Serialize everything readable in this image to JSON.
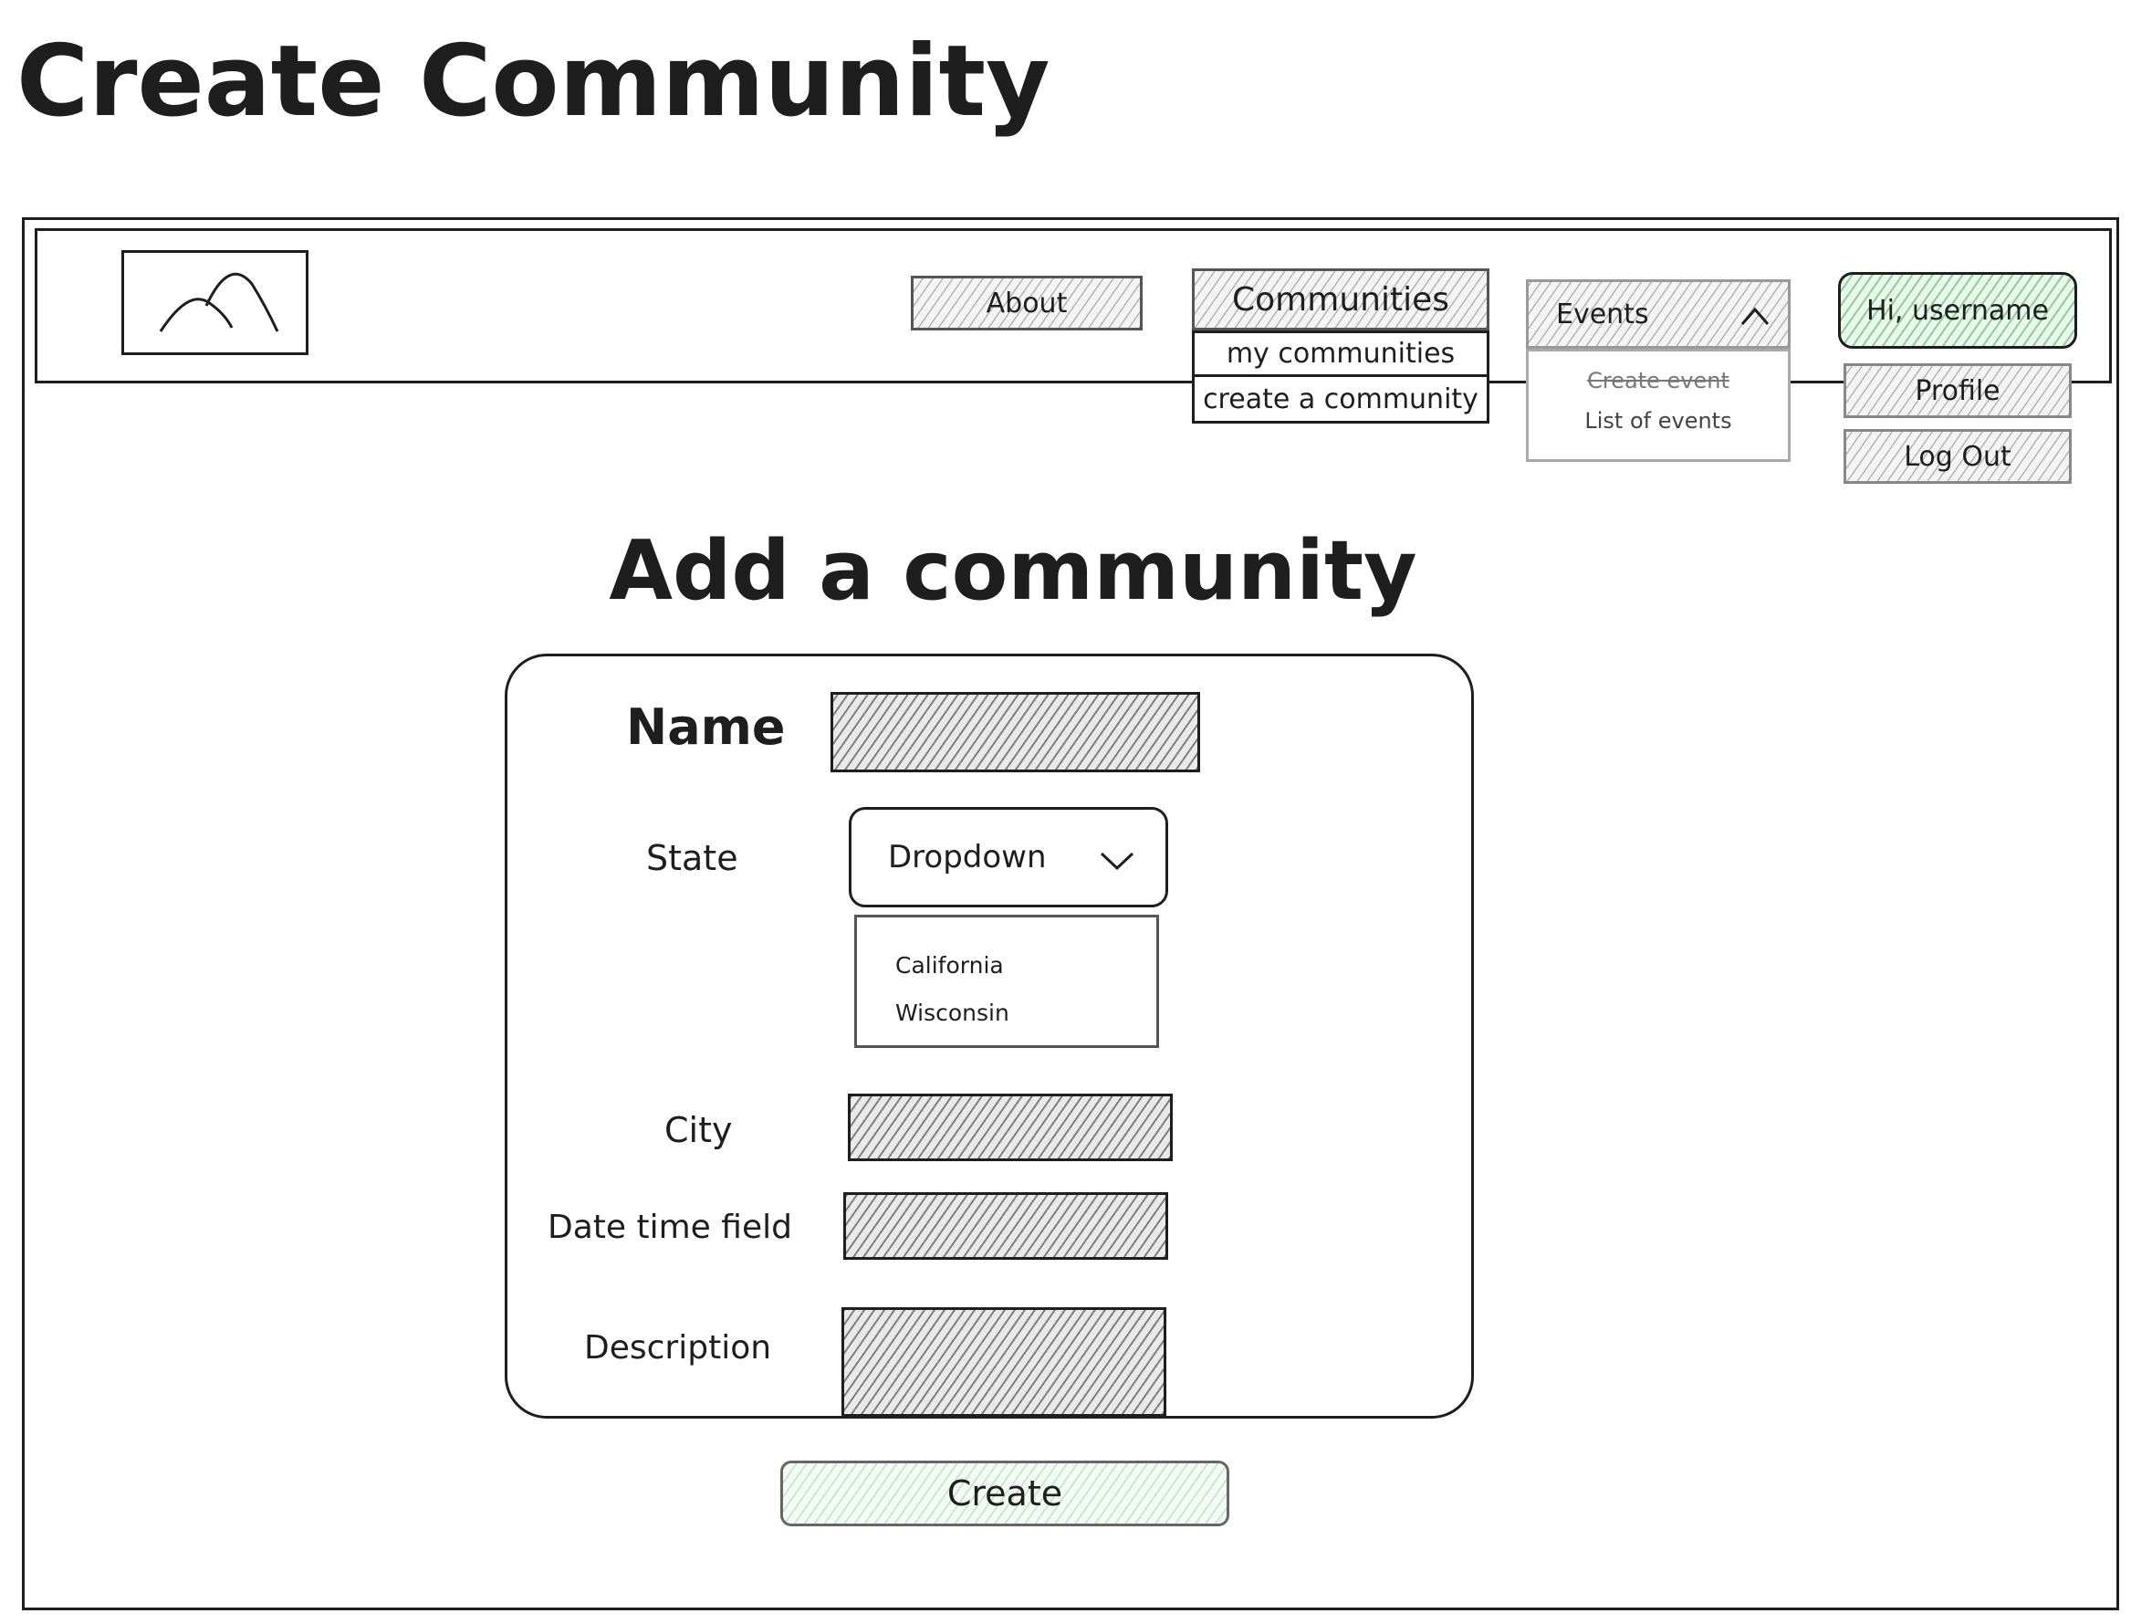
{
  "page_title": "Create Community",
  "nav": {
    "about": "About",
    "communities": "Communities",
    "communities_menu": [
      "my communities",
      "create a community"
    ],
    "events": "Events",
    "events_menu": [
      "Create event",
      "List of events"
    ],
    "greeting": "Hi, username",
    "user_menu": [
      "Profile",
      "Log Out"
    ]
  },
  "form": {
    "heading": "Add a community",
    "name_label": "Name",
    "state_label": "State",
    "state_value": "Dropdown",
    "state_options": [
      "California",
      "Wisconsin"
    ],
    "city_label": "City",
    "datetime_label": "Date time field",
    "description_label": "Description",
    "submit": "Create"
  },
  "icons": {
    "logo": "mountain-logo-icon",
    "events_chevron": "chevron-up-icon",
    "dropdown_chevron": "chevron-down-icon"
  },
  "colors": {
    "ink": "#1e1e1e",
    "accent_green": "#2f9e44",
    "hatch_gray": "#888888"
  }
}
